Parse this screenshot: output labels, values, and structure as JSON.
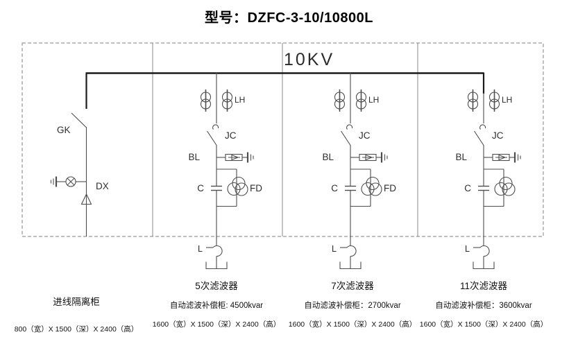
{
  "title": "型号：DZFC-3-10/10800L",
  "bus": {
    "voltage": "10KV"
  },
  "incoming": {
    "disconnector": "GK",
    "live_display": "DX",
    "name": "进线隔离柜",
    "size": "800（宽）X 1500（深）X 2400（高）"
  },
  "filters": [
    {
      "ct": "LH",
      "contactor": "JC",
      "arrester": "BL",
      "capacitor": "C",
      "discharge_coil": "FD",
      "reactor": "L",
      "name": "5次滤波器",
      "rating": "自动滤波补偿柜: 4500kvar",
      "size": "1600（宽）X 1500（深）X 2400（高）"
    },
    {
      "ct": "LH",
      "contactor": "JC",
      "arrester": "BL",
      "capacitor": "C",
      "discharge_coil": "FD",
      "reactor": "L",
      "name": "7次滤波器",
      "rating": "自动滤波补偿柜：2700kvar",
      "size": "1600（宽）X 1500（深）X 2400（高）"
    },
    {
      "ct": "LH",
      "contactor": "JC",
      "arrester": "BL",
      "capacitor": "C",
      "reactor": "L",
      "name": "11次滤波器",
      "rating": "自动滤波补偿柜：3600kvar",
      "size": "1600（宽）X 1500（深）X 2400（高）"
    }
  ],
  "colors": {
    "line": "#4d4d4d",
    "bus": "#1a1a1a",
    "border": "#999999",
    "label": "#2e2e2e"
  }
}
